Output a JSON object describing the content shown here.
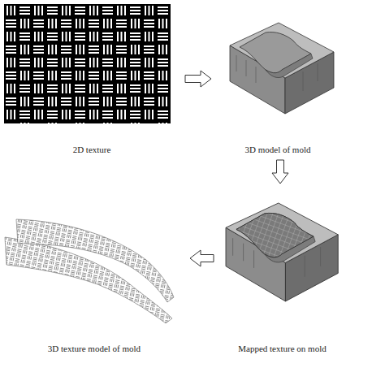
{
  "diagram": {
    "nodes": [
      {
        "text": [
          "2D texture"
        ]
      },
      {
        "text": [
          "3D model of mold"
        ]
      },
      {
        "text": [
          "Mapped texture on mold"
        ]
      },
      {
        "text": [
          "3D texture model of mold"
        ]
      }
    ],
    "edges": [
      {
        "from": 0,
        "to": 1,
        "arrow": "to"
      },
      {
        "from": 1,
        "to": 2,
        "arrow": "to"
      },
      {
        "from": 2,
        "to": 3,
        "arrow": "to"
      }
    ]
  }
}
